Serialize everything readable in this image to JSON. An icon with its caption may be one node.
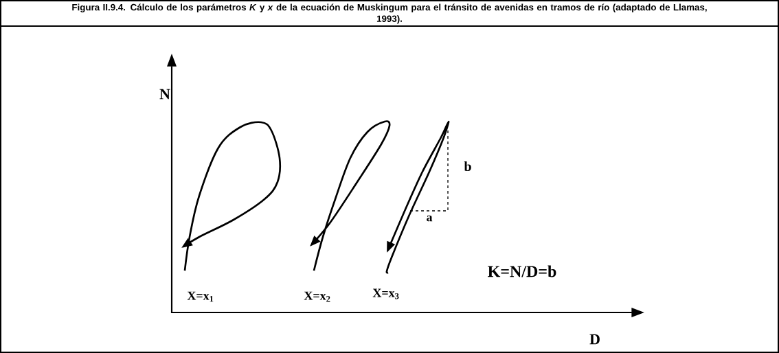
{
  "diagram": {
    "title": "Figura II.9.4. Cálculo de los parámetros *K* y *x* de la ecuación de Muskingum para el tránsito de avenidas en tramos de río (adaptado de Llamas, 1993).",
    "labels": [
      "N",
      "b",
      "a",
      "K=N/D=b",
      "X=x$_{1}$",
      "X=x$_{2}$",
      "X=x$_{3}$",
      "D"
    ]
  }
}
